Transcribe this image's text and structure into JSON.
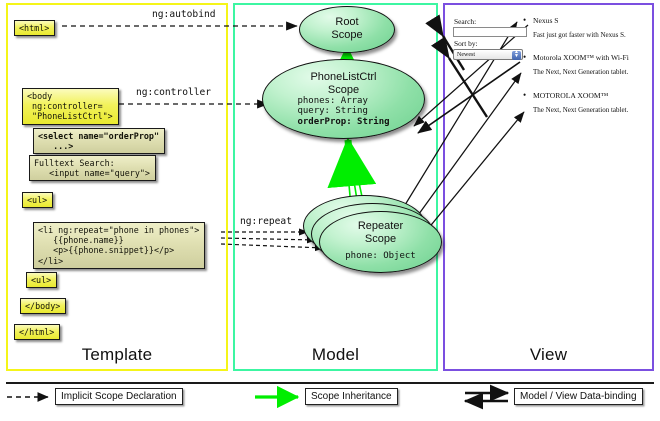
{
  "diagram": {
    "title": "AngularJS Template / Model / View scope data-binding diagram",
    "panels": [
      {
        "id": "template",
        "label": "Template",
        "border_color": "#f5f519"
      },
      {
        "id": "model",
        "label": "Model",
        "border_color": "#3cf6a2"
      },
      {
        "id": "view",
        "label": "View",
        "border_color": "#7b4fe0"
      }
    ],
    "template_boxes": [
      {
        "id": "html",
        "text": "<html>",
        "bold": false,
        "gray": false
      },
      {
        "id": "body",
        "text": "<body\n ng:controller=\n \"PhoneListCtrl\">",
        "bold": false,
        "gray": false
      },
      {
        "id": "select",
        "text": "<select name=\"orderProp\"\n   ...>",
        "bold": true,
        "gray": true
      },
      {
        "id": "fulltext",
        "text": "Fulltext Search:\n   <input name=\"query\">",
        "bold": false,
        "gray": true
      },
      {
        "id": "ul-open",
        "text": "<ul>",
        "bold": false,
        "gray": false
      },
      {
        "id": "li",
        "text": "<li ng:repeat=\"phone in phones\">\n   {{phone.name}}\n   <p>{{phone.snippet}}</p>\n</li>",
        "bold": false,
        "gray": true
      },
      {
        "id": "ul-close",
        "text": "<ul>",
        "bold": false,
        "gray": false
      },
      {
        "id": "body-end",
        "text": "</body>",
        "bold": false,
        "gray": false
      },
      {
        "id": "html-end",
        "text": "</html>",
        "bold": false,
        "gray": false
      }
    ],
    "scopes": [
      {
        "id": "root",
        "title": "Root\nScope",
        "props": []
      },
      {
        "id": "phonelist",
        "title": "PhoneListCtrl\nScope",
        "props": [
          {
            "text": "phones: Array",
            "bold": false
          },
          {
            "text": "query: String",
            "bold": false
          },
          {
            "text": "orderProp: String",
            "bold": true
          }
        ]
      },
      {
        "id": "repeater",
        "title": "Repeater\nScope",
        "props": [
          {
            "text": "phone: Object",
            "bold": false
          }
        ]
      }
    ],
    "edge_labels": [
      {
        "id": "autobind",
        "text": "ng:autobind"
      },
      {
        "id": "controller",
        "text": "ng:controller"
      },
      {
        "id": "repeat",
        "text": "ng:repeat"
      }
    ],
    "view": {
      "search_label": "Search:",
      "search_value": "",
      "sort_label": "Sort by:",
      "sort_selected": "Newest",
      "sort_options": [
        "Newest"
      ],
      "phones": [
        {
          "name": "Nexus S",
          "snippet": "Fast just got faster with Nexus S."
        },
        {
          "name": "Motorola XOOM™ with Wi-Fi",
          "snippet": "The Next, Next Generation tablet."
        },
        {
          "name": "MOTOROLA XOOM™",
          "snippet": "The Next, Next Generation tablet."
        }
      ]
    },
    "legend": [
      {
        "id": "implicit",
        "label": "Implicit Scope Declaration",
        "style": "dashed-black-arrow"
      },
      {
        "id": "inherit",
        "label": "Scope Inheritance",
        "style": "solid-green-arrow",
        "color": "#00ee00"
      },
      {
        "id": "binding",
        "label": "Model / View Data-binding",
        "style": "double-black-arrow"
      }
    ]
  }
}
